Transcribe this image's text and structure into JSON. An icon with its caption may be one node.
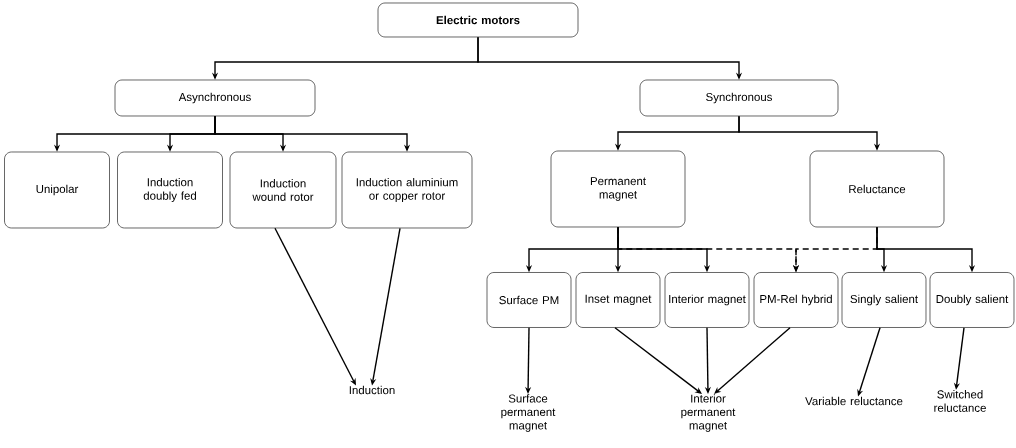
{
  "diagram": {
    "nodes": [
      {
        "text": [
          "**Electric motors**"
        ]
      },
      {
        "text": [
          "Asynchronous"
        ]
      },
      {
        "text": [
          "Synchronous"
        ]
      },
      {
        "text": [
          "Unipolar"
        ]
      },
      {
        "text": [
          "Induction doubly fed"
        ]
      },
      {
        "text": [
          "Induction wound rotor"
        ]
      },
      {
        "text": [
          "Induction aluminium or copper rotor"
        ]
      },
      {
        "text": [
          "Permanent magnet"
        ]
      },
      {
        "text": [
          "Reluctance"
        ]
      },
      {
        "text": [
          "Surface PM"
        ]
      },
      {
        "text": [
          "Inset magnet"
        ]
      },
      {
        "text": [
          "Interior magnet"
        ]
      },
      {
        "text": [
          "PM-Rel hybrid"
        ]
      },
      {
        "text": [
          "Singly salient"
        ]
      },
      {
        "text": [
          "Doubly salient"
        ]
      },
      {
        "text": [
          "Induction"
        ]
      },
      {
        "text": [
          "Surface permanent magnet"
        ]
      },
      {
        "text": [
          "Interior permanent magnet"
        ]
      },
      {
        "text": [
          "Variable reluctance"
        ]
      },
      {
        "text": [
          "Switched reluctance"
        ]
      }
    ],
    "edges": [
      {
        "from": 0,
        "to": 1,
        "arrow": "to"
      },
      {
        "from": 0,
        "to": 2,
        "arrow": "to"
      },
      {
        "from": 1,
        "to": 3,
        "arrow": "to"
      },
      {
        "from": 1,
        "to": 4,
        "arrow": "to"
      },
      {
        "from": 1,
        "to": 5,
        "arrow": "to"
      },
      {
        "from": 1,
        "to": 6,
        "arrow": "to"
      },
      {
        "from": 2,
        "to": 7,
        "arrow": "to"
      },
      {
        "from": 2,
        "to": 8,
        "arrow": "to"
      },
      {
        "from": 7,
        "to": 9,
        "arrow": "to"
      },
      {
        "from": 7,
        "to": 10,
        "arrow": "to"
      },
      {
        "from": 7,
        "to": 11,
        "arrow": "to"
      },
      {
        "from": 7,
        "to": 12,
        "arrow": "to",
        "style": "dashed"
      },
      {
        "from": 8,
        "to": 12,
        "arrow": "to",
        "style": "dashed"
      },
      {
        "from": 8,
        "to": 13,
        "arrow": "to"
      },
      {
        "from": 8,
        "to": 14,
        "arrow": "to"
      },
      {
        "from": 5,
        "to": 15,
        "arrow": "to"
      },
      {
        "from": 6,
        "to": 15,
        "arrow": "to"
      },
      {
        "from": 9,
        "to": 16,
        "arrow": "to"
      },
      {
        "from": 10,
        "to": 17,
        "arrow": "to"
      },
      {
        "from": 11,
        "to": 17,
        "arrow": "to"
      },
      {
        "from": 12,
        "to": 17,
        "arrow": "to"
      },
      {
        "from": 13,
        "to": 18,
        "arrow": "to"
      },
      {
        "from": 14,
        "to": 19,
        "arrow": "to"
      }
    ]
  }
}
